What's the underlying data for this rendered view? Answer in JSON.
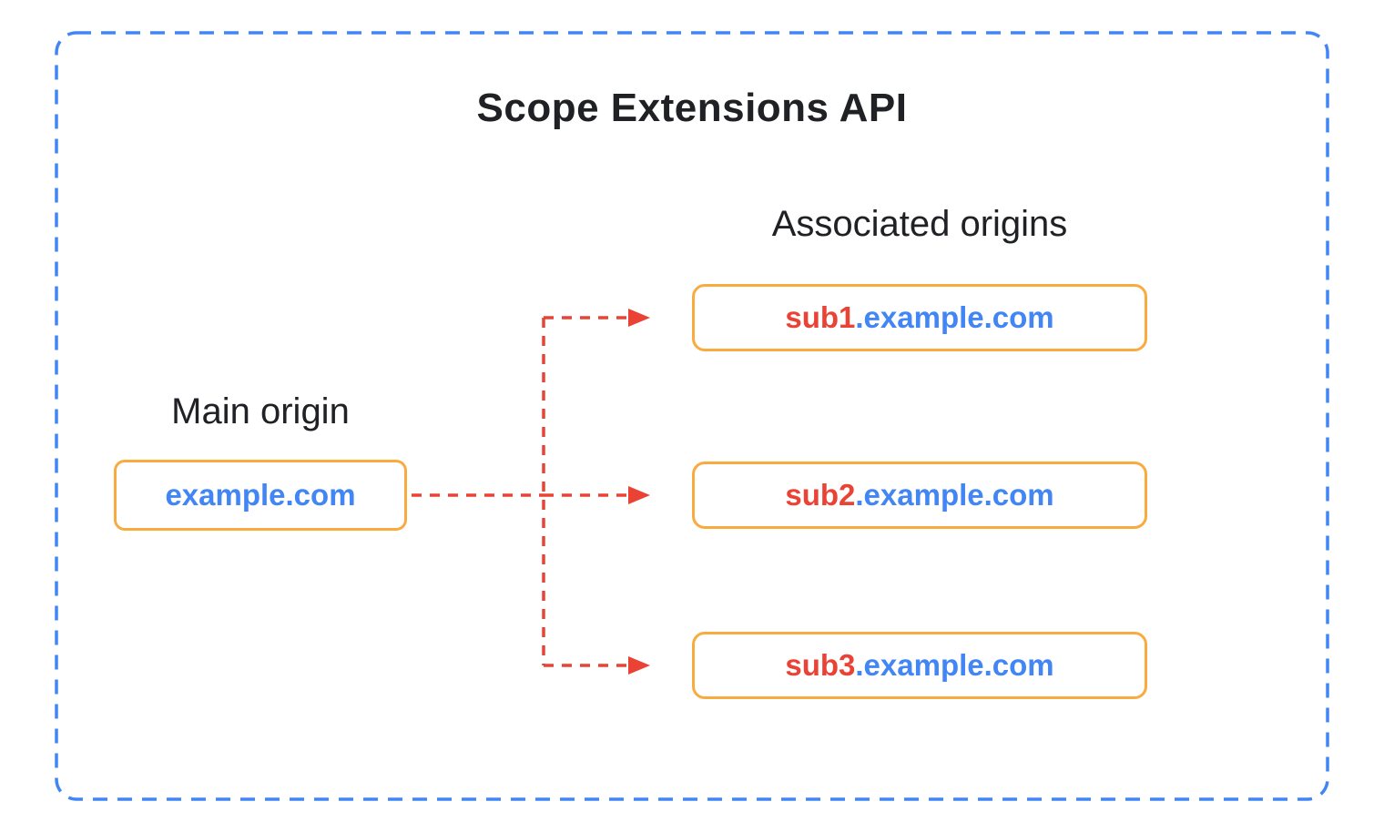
{
  "diagram": {
    "title": "Scope Extensions API",
    "main_origin": {
      "label": "Main origin",
      "domain": "example.com"
    },
    "associated_origins": {
      "label": "Associated origins",
      "items": [
        {
          "subdomain": "sub1",
          "suffix": ".example.com"
        },
        {
          "subdomain": "sub2",
          "suffix": ".example.com"
        },
        {
          "subdomain": "sub3",
          "suffix": ".example.com"
        }
      ]
    }
  },
  "colors": {
    "outer_border_blue": "#4285F4",
    "node_border_orange": "#F9AB40",
    "domain_text_blue": "#4285F4",
    "subdomain_text_red": "#EA4335",
    "arrow_red": "#EA4335",
    "title_black": "#202124"
  }
}
